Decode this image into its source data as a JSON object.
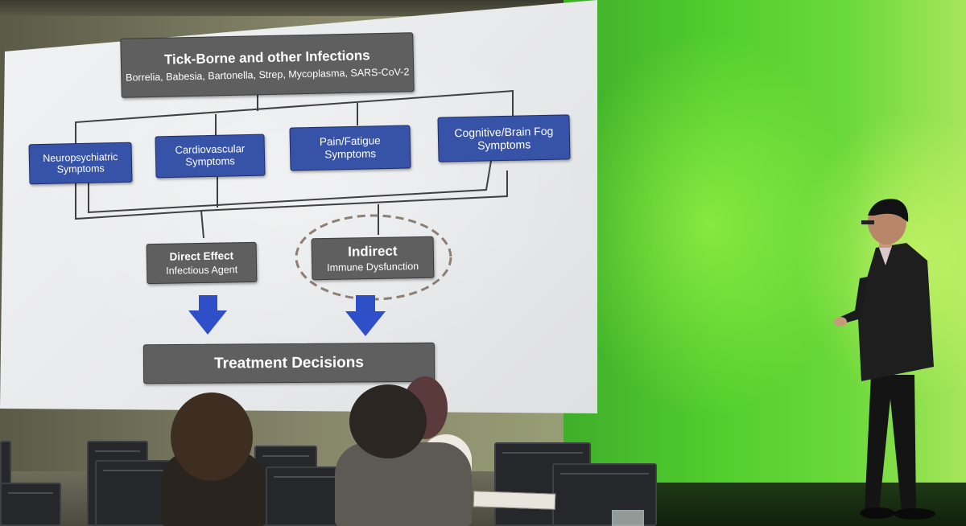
{
  "slide": {
    "title": "Tick-Borne and other Infections",
    "subtitle": "Borrelia, Babesia, Bartonella, Strep, Mycoplasma, SARS-CoV-2",
    "symptoms": [
      {
        "line1": "Neuropsychiatric",
        "line2": "Symptoms"
      },
      {
        "line1": "Cardiovascular",
        "line2": "Symptoms"
      },
      {
        "line1": "Pain/Fatigue",
        "line2": "Symptoms"
      },
      {
        "line1": "Cognitive/Brain Fog",
        "line2": "Symptoms"
      }
    ],
    "direct": {
      "title": "Direct Effect",
      "subtitle": "Infectious Agent"
    },
    "indirect": {
      "title": "Indirect",
      "subtitle": "Immune Dysfunction"
    },
    "treatment": "Treatment Decisions"
  },
  "colors": {
    "box_gray": "#5f5f5f",
    "box_blue": "#3653a8",
    "arrow_blue": "#2f4fc9",
    "green_wall": "#52cf2e"
  }
}
